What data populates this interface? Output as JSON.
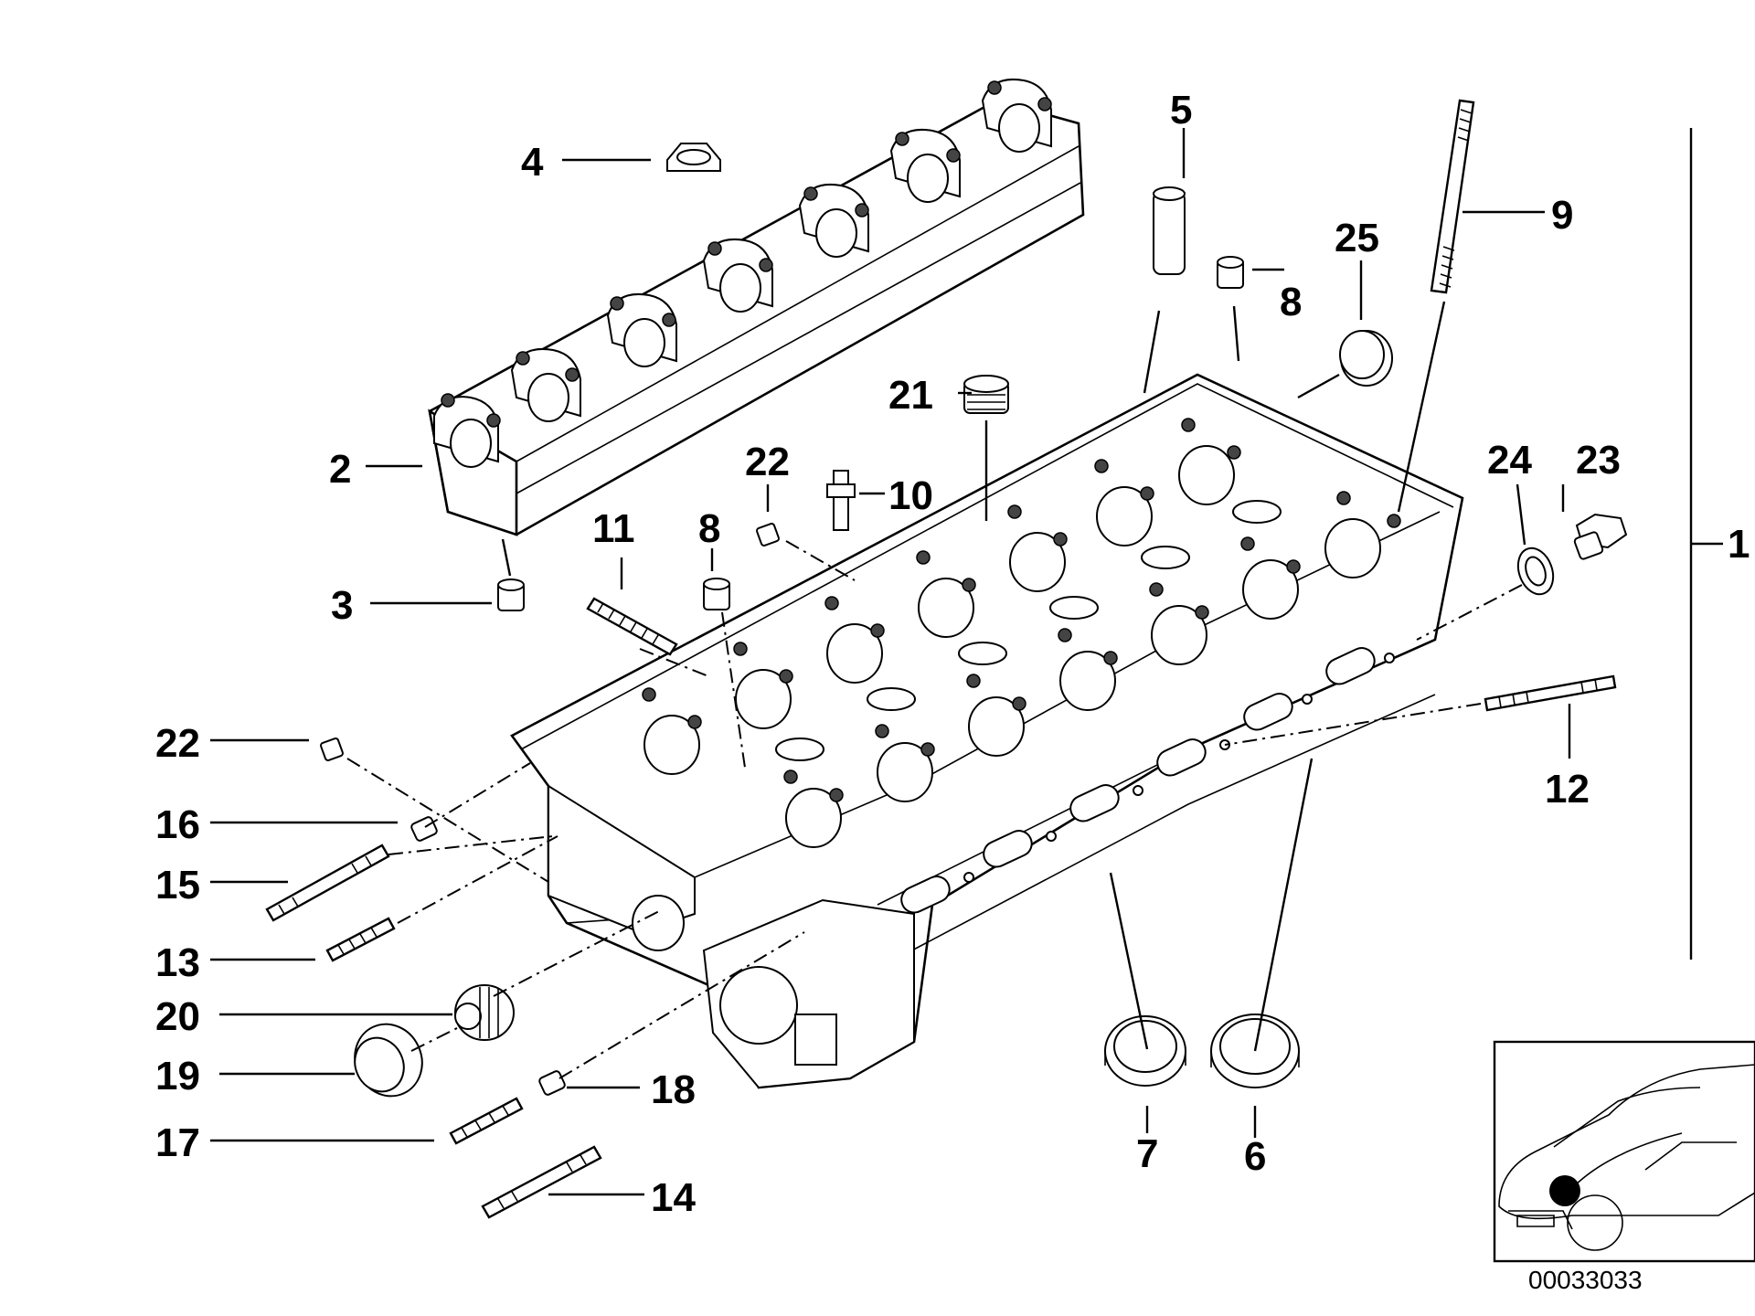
{
  "diagram": {
    "part_numbers": [
      "1",
      "2",
      "3",
      "4",
      "5",
      "6",
      "7",
      "8",
      "8",
      "9",
      "10",
      "11",
      "12",
      "13",
      "14",
      "15",
      "16",
      "17",
      "18",
      "19",
      "20",
      "21",
      "22",
      "22",
      "23",
      "24",
      "25"
    ],
    "labels": {
      "p1": "1",
      "p2": "2",
      "p3": "3",
      "p4": "4",
      "p5": "5",
      "p6": "6",
      "p7": "7",
      "p8a": "8",
      "p8b": "8",
      "p9": "9",
      "p10": "10",
      "p11": "11",
      "p12": "12",
      "p13": "13",
      "p14": "14",
      "p15": "15",
      "p16": "16",
      "p17": "17",
      "p18": "18",
      "p19": "19",
      "p20": "20",
      "p21": "21",
      "p22a": "22",
      "p22b": "22",
      "p23": "23",
      "p24": "24",
      "p25": "25"
    },
    "reference_code": "00033033",
    "inset": {
      "marker": "filled-dot"
    }
  }
}
